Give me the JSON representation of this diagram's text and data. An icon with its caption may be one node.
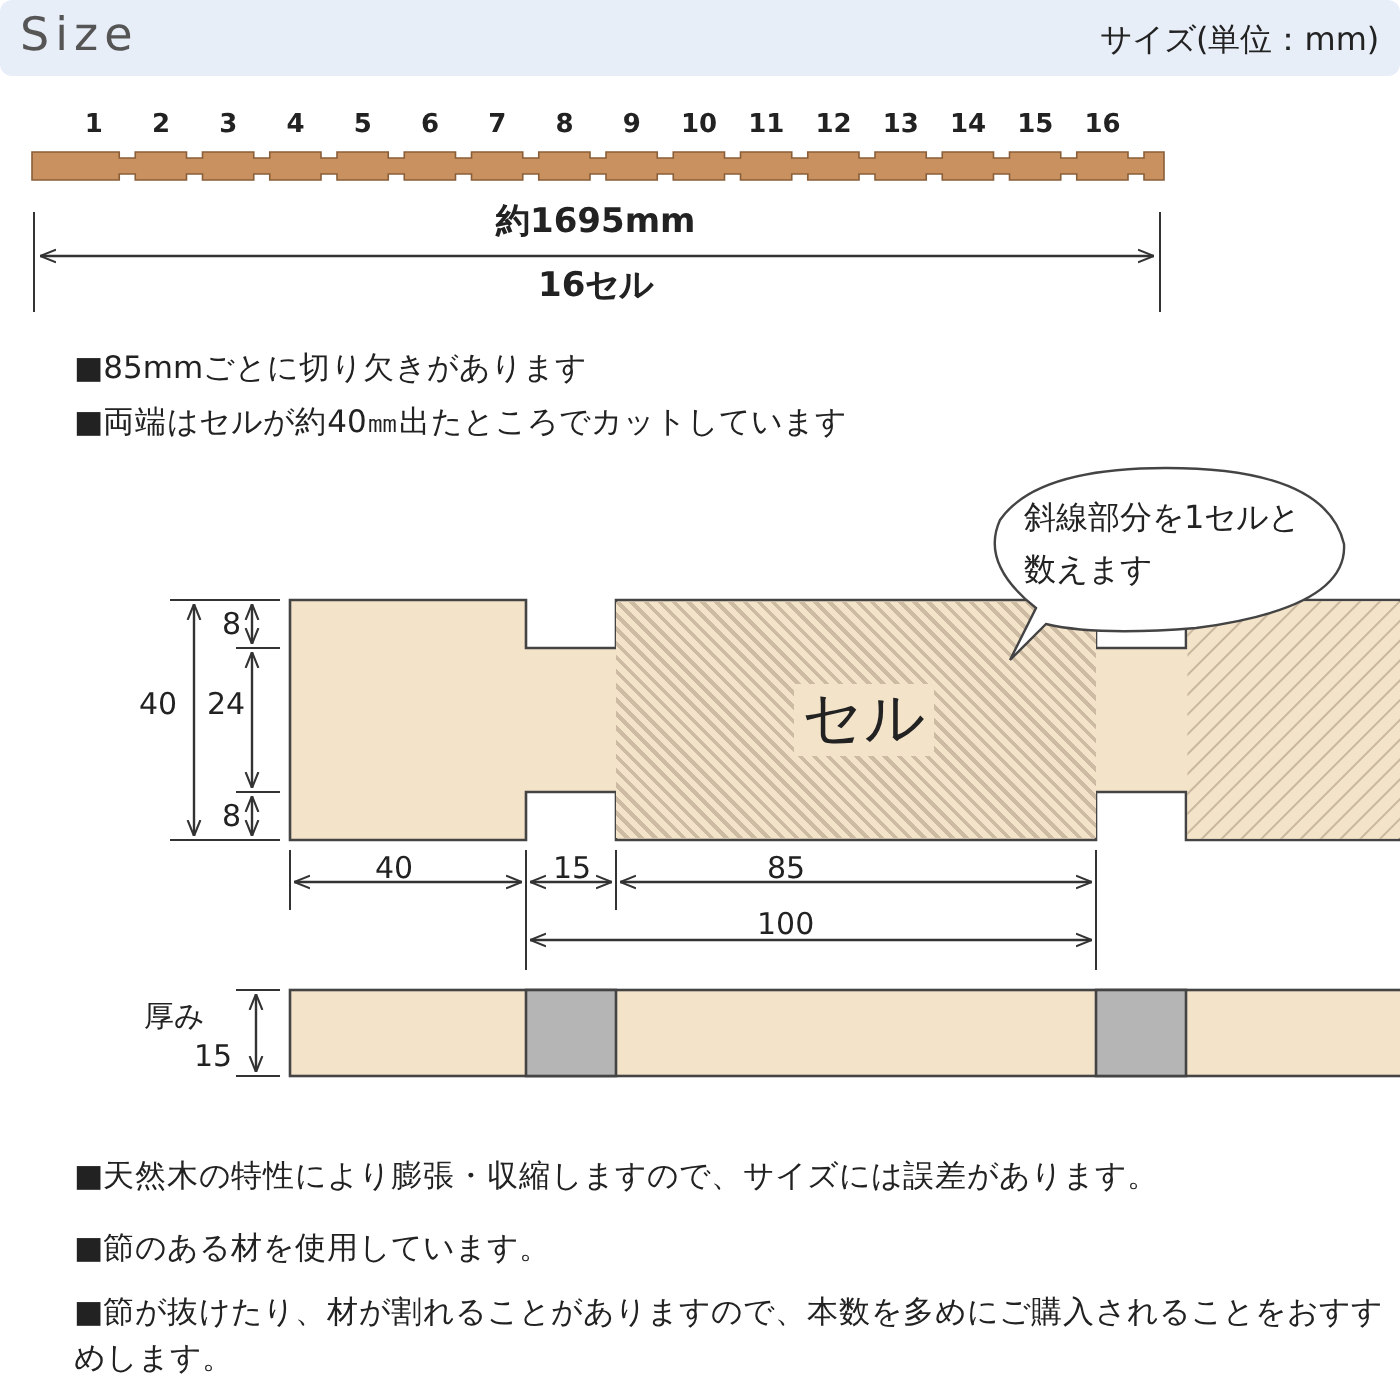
{
  "diagram": {
    "title": "Size",
    "nodes": [
      {
        "text": [
          "斜線部分を1セルと数えます"
        ]
      },
      {
        "text": [
          "セル"
        ]
      }
    ],
    "edges": [],
    "labels": [
      "サイズ(単位：mm)",
      "1",
      "2",
      "3",
      "4",
      "5",
      "6",
      "7",
      "8",
      "9",
      "10",
      "11",
      "12",
      "13",
      "14",
      "15",
      "16",
      "約1695mm",
      "16セル",
      "■85mmごとに切り欠きがあります",
      "■両端はセルが約40㎜出たところでカットしています",
      "8",
      "40",
      "24",
      "8",
      "40",
      "15",
      "85",
      "100",
      "厚み",
      "15",
      "■天然木の特性により膨張・収縮しますので、サイズには誤差があります。",
      "■節のある材を使用しています。",
      "■節が抜けたり、材が割れることがありますので、本数を多めにご購入されることをおすすめします。"
    ]
  }
}
